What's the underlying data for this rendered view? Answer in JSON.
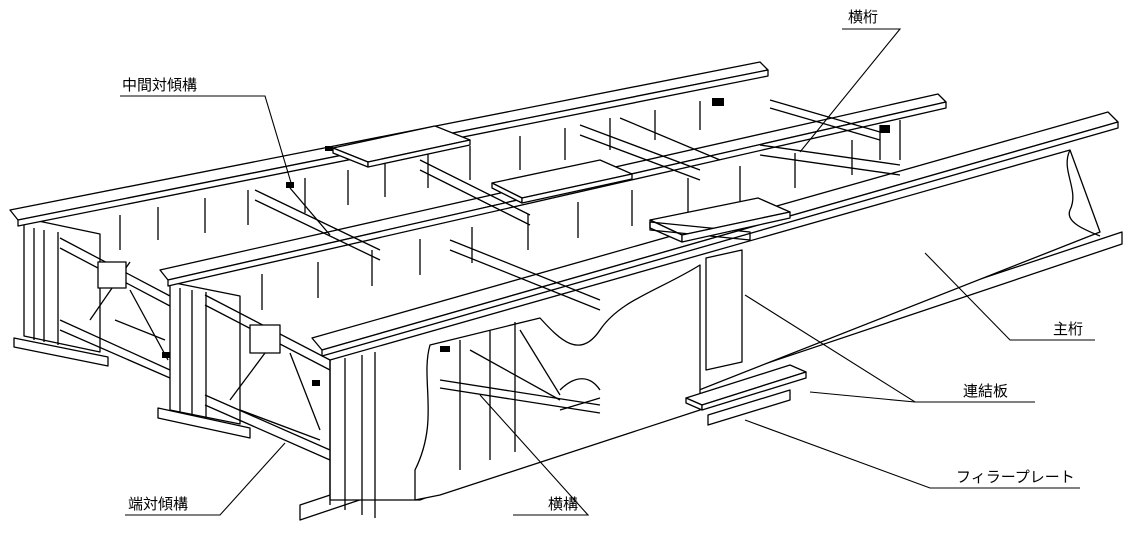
{
  "diagram": {
    "labels": {
      "intermediate_sway_bracing": "中間対傾構",
      "cross_beam": "横桁",
      "main_girder": "主桁",
      "splice_plate": "連結板",
      "filler_plate": "フィラープレート",
      "end_sway_bracing": "端対傾構",
      "lateral_bracing": "横構"
    }
  }
}
